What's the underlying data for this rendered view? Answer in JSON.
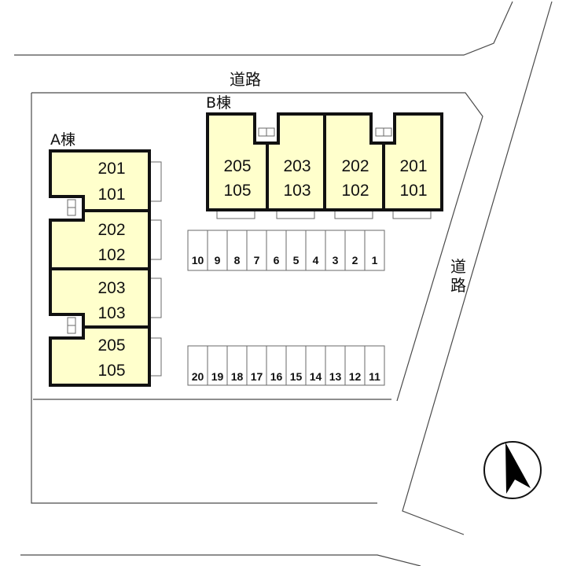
{
  "roads": {
    "top_label": "道路",
    "right_label_top": "道",
    "right_label_bottom": "路"
  },
  "buildings": {
    "a": {
      "label": "A棟",
      "units": [
        {
          "upper": "201",
          "lower": "101"
        },
        {
          "upper": "202",
          "lower": "102"
        },
        {
          "upper": "203",
          "lower": "103"
        },
        {
          "upper": "205",
          "lower": "105"
        }
      ]
    },
    "b": {
      "label": "B棟",
      "units": [
        {
          "upper": "205",
          "lower": "105"
        },
        {
          "upper": "203",
          "lower": "103"
        },
        {
          "upper": "202",
          "lower": "102"
        },
        {
          "upper": "201",
          "lower": "101"
        }
      ]
    }
  },
  "parking": {
    "row1": [
      "10",
      "9",
      "8",
      "7",
      "6",
      "5",
      "4",
      "3",
      "2",
      "1"
    ],
    "row2": [
      "20",
      "19",
      "18",
      "17",
      "16",
      "15",
      "14",
      "13",
      "12",
      "11"
    ]
  },
  "compass": {
    "icon": "north-arrow-icon"
  }
}
